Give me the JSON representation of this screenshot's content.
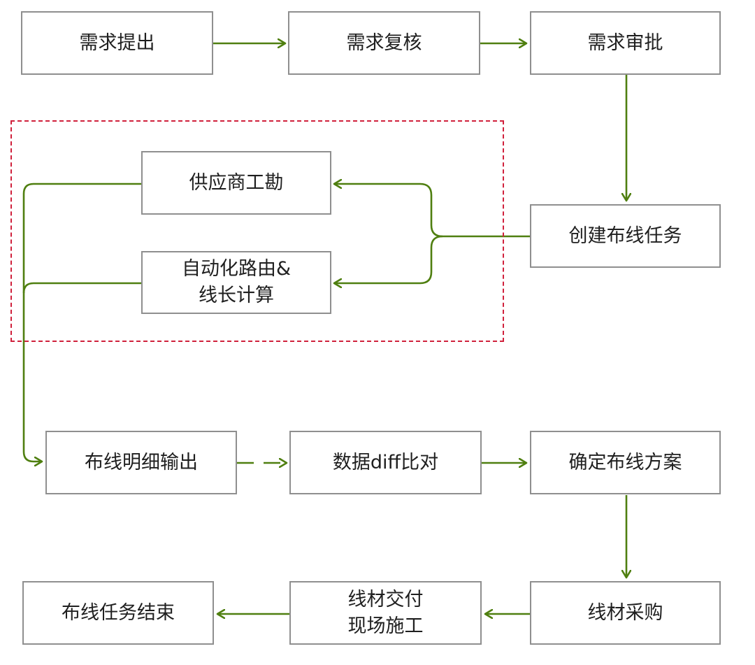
{
  "colors": {
    "arrow": "#4f7f10",
    "box_border": "#8f8f8f",
    "highlight_frame": "#d0213c",
    "text": "#1f1f1f"
  },
  "nodes": {
    "request_submit": "需求提出",
    "request_review": "需求复核",
    "request_approve": "需求审批",
    "create_task": "创建布线任务",
    "vendor_survey": "供应商工勘",
    "auto_routing_line1": "自动化路由&",
    "auto_routing_line2": "线长计算",
    "wiring_detail_output": "布线明细输出",
    "data_diff_compare": "数据diff比对",
    "confirm_plan": "确定布线方案",
    "cable_purchase": "线材采购",
    "delivery_line1": "线材交付",
    "delivery_line2": "现场施工",
    "task_end": "布线任务结束"
  }
}
